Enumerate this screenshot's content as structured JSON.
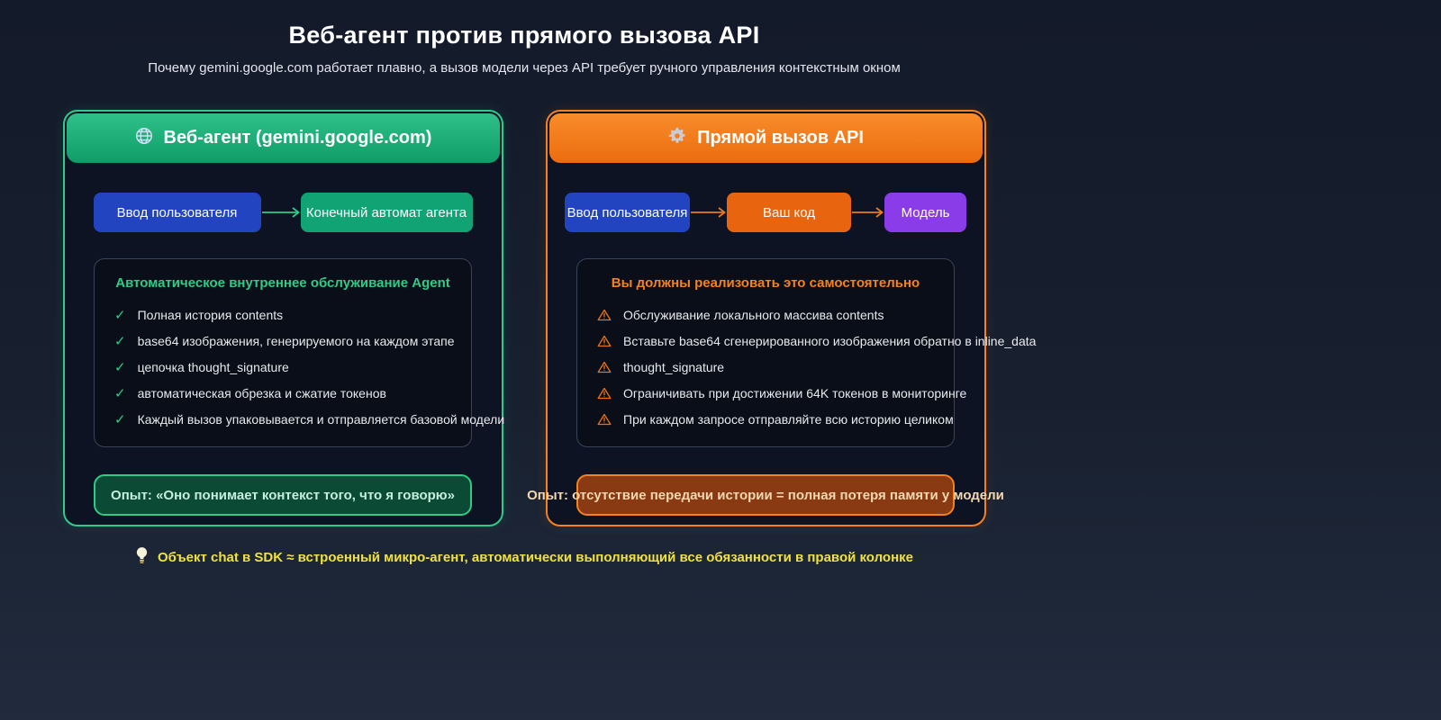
{
  "page": {
    "title": "Веб-агент против прямого вызова API",
    "subtitle": "Почему gemini.google.com работает плавно, а вызов модели через API требует ручного управления контекстным окном",
    "footnote": "Объект chat в SDK ≈ встроенный микро-агент, автоматически выполняющий все обязанности в правой колонке"
  },
  "left_panel": {
    "header": "Веб-агент (gemini.google.com)",
    "header_icon": "globe-icon",
    "flow": [
      "Ввод пользователя",
      "Конечный автомат агента"
    ],
    "box_title": "Автоматическое внутреннее обслуживание Agent",
    "items": [
      "Полная история contents",
      "base64 изображения, генерируемого на каждом этапе",
      "цепочка thought_signature",
      "автоматическая обрезка и сжатие токенов",
      "Каждый вызов упаковывается и отправляется базовой модели"
    ],
    "item_icon": "check-icon",
    "experience": "Опыт: «Оно понимает контекст того, что я говорю»"
  },
  "right_panel": {
    "header": "Прямой вызов API",
    "header_icon": "gear-icon",
    "flow": [
      "Ввод пользователя",
      "Ваш код",
      "Модель"
    ],
    "box_title": "Вы должны реализовать это самостоятельно",
    "items": [
      "Обслуживание локального массива contents",
      "Вставьте base64 сгенерированного изображения обратно в inline_data",
      "thought_signature",
      "Ограничивать при достижении 64K токенов в мониторинге",
      "При каждом запросе отправляйте всю историю целиком"
    ],
    "item_icon": "warning-icon",
    "experience": "Опыт: отсутствие передачи истории = полная потеря памяти у модели"
  },
  "colors": {
    "accent_green": "#2ecc87",
    "accent_orange": "#f5821f",
    "flow_blue": "#2244c0",
    "flow_purple": "#8a3ce8",
    "note_yellow": "#f0e23e",
    "panel_bg": "#0d1322",
    "inner_bg": "#0a0e18"
  }
}
